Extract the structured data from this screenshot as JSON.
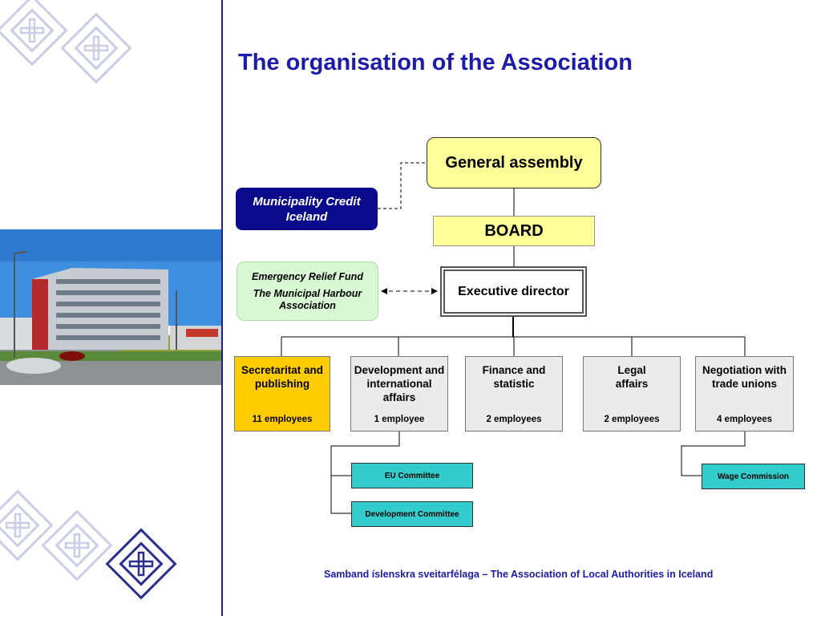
{
  "slide": {
    "title": "The organisation of the Association",
    "footer": "Samband íslenskra sveitarfélaga  – The Association of Local Authorities in Iceland"
  },
  "org": {
    "general_assembly": "General assembly",
    "board": "BOARD",
    "executive_director": "Executive director",
    "municipality_credit": "Municipality Credit Iceland",
    "emergency_relief": "Emergency Relief Fund",
    "harbour_association": "The Municipal Harbour Association",
    "departments": [
      {
        "name": "Secretaritat and publishing",
        "staff": "11 employees"
      },
      {
        "name": "Development and international affairs",
        "staff": "1 employee"
      },
      {
        "name": "Finance and statistic",
        "staff": "2 employees"
      },
      {
        "name": "Legal affairs",
        "staff": "2 employees"
      },
      {
        "name": "Negotiation with trade unions",
        "staff": "4 employees"
      }
    ],
    "committees": {
      "eu": "EU Committee",
      "development": "Development Committee",
      "wage": "Wage Commission"
    }
  },
  "colors": {
    "title": "#1c1ca8",
    "assembly_fill": "#ffff99",
    "municipality_fill": "#0a0a8c",
    "emergency_fill": "#d8f7d3",
    "secretariat_fill": "#ffcc00",
    "department_fill": "#ebebeb",
    "committee_fill": "#33cccc",
    "sidebar_rule": "#1a237e"
  }
}
